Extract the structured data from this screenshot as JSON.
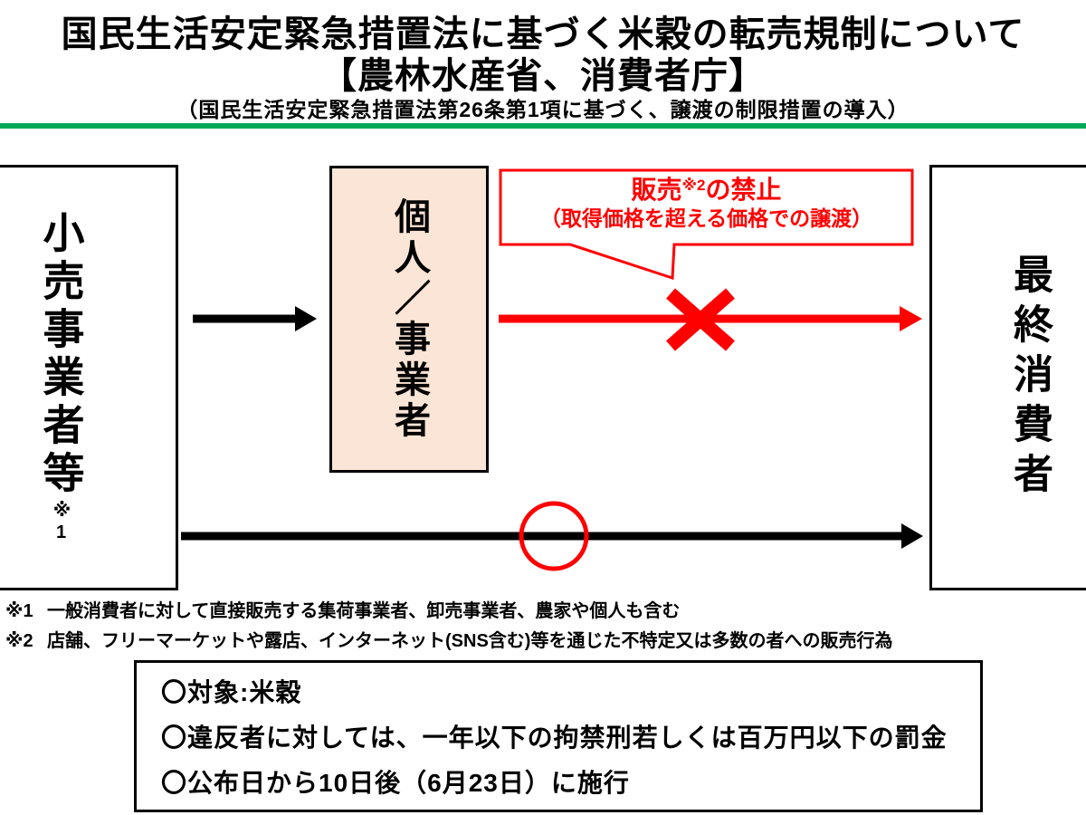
{
  "title": {
    "line1": "国民生活安定緊急措置法に基づく米穀の転売規制について",
    "line2": "【農林水産省、消費者庁】",
    "subtitle": "（国民生活安定緊急措置法第26条第1項に基づく、譲渡の制限措置の導入）"
  },
  "diagram": {
    "left_box": {
      "label": "小売事業者等",
      "note_ref": "※1"
    },
    "middle_box": {
      "label": "個人／事業者"
    },
    "right_box": {
      "label": "最終消費者"
    },
    "callout": {
      "line1_prefix": "販売",
      "line1_sup": "※2",
      "line1_suffix": "の禁止",
      "line2": "（取得価格を超える価格での譲渡）"
    }
  },
  "notes": [
    {
      "ref": "※1",
      "text": "一般消費者に対して直接販売する集荷事業者、卸売事業者、農家や個人も含む"
    },
    {
      "ref": "※2",
      "text": "店舗、フリーマーケットや露店、インターネット(SNS含む)等を通じた不特定又は多数の者への販売行為"
    }
  ],
  "summary_box": {
    "items": [
      "〇対象:米穀",
      "〇違反者に対しては、一年以下の拘禁刑若しくは百万円以下の罰金",
      "〇公布日から10日後（6月23日）に施行"
    ]
  },
  "colors": {
    "accent_green": "#00A95A",
    "alert_red": "#FF0000",
    "box_fill_peach": "#FBE5D6",
    "ink_black": "#000000"
  }
}
